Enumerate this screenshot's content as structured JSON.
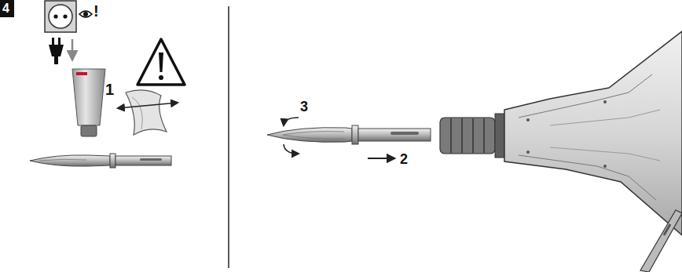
{
  "diagram": {
    "labels": [
      "4",
      "!",
      "1",
      "3",
      "2"
    ]
  }
}
